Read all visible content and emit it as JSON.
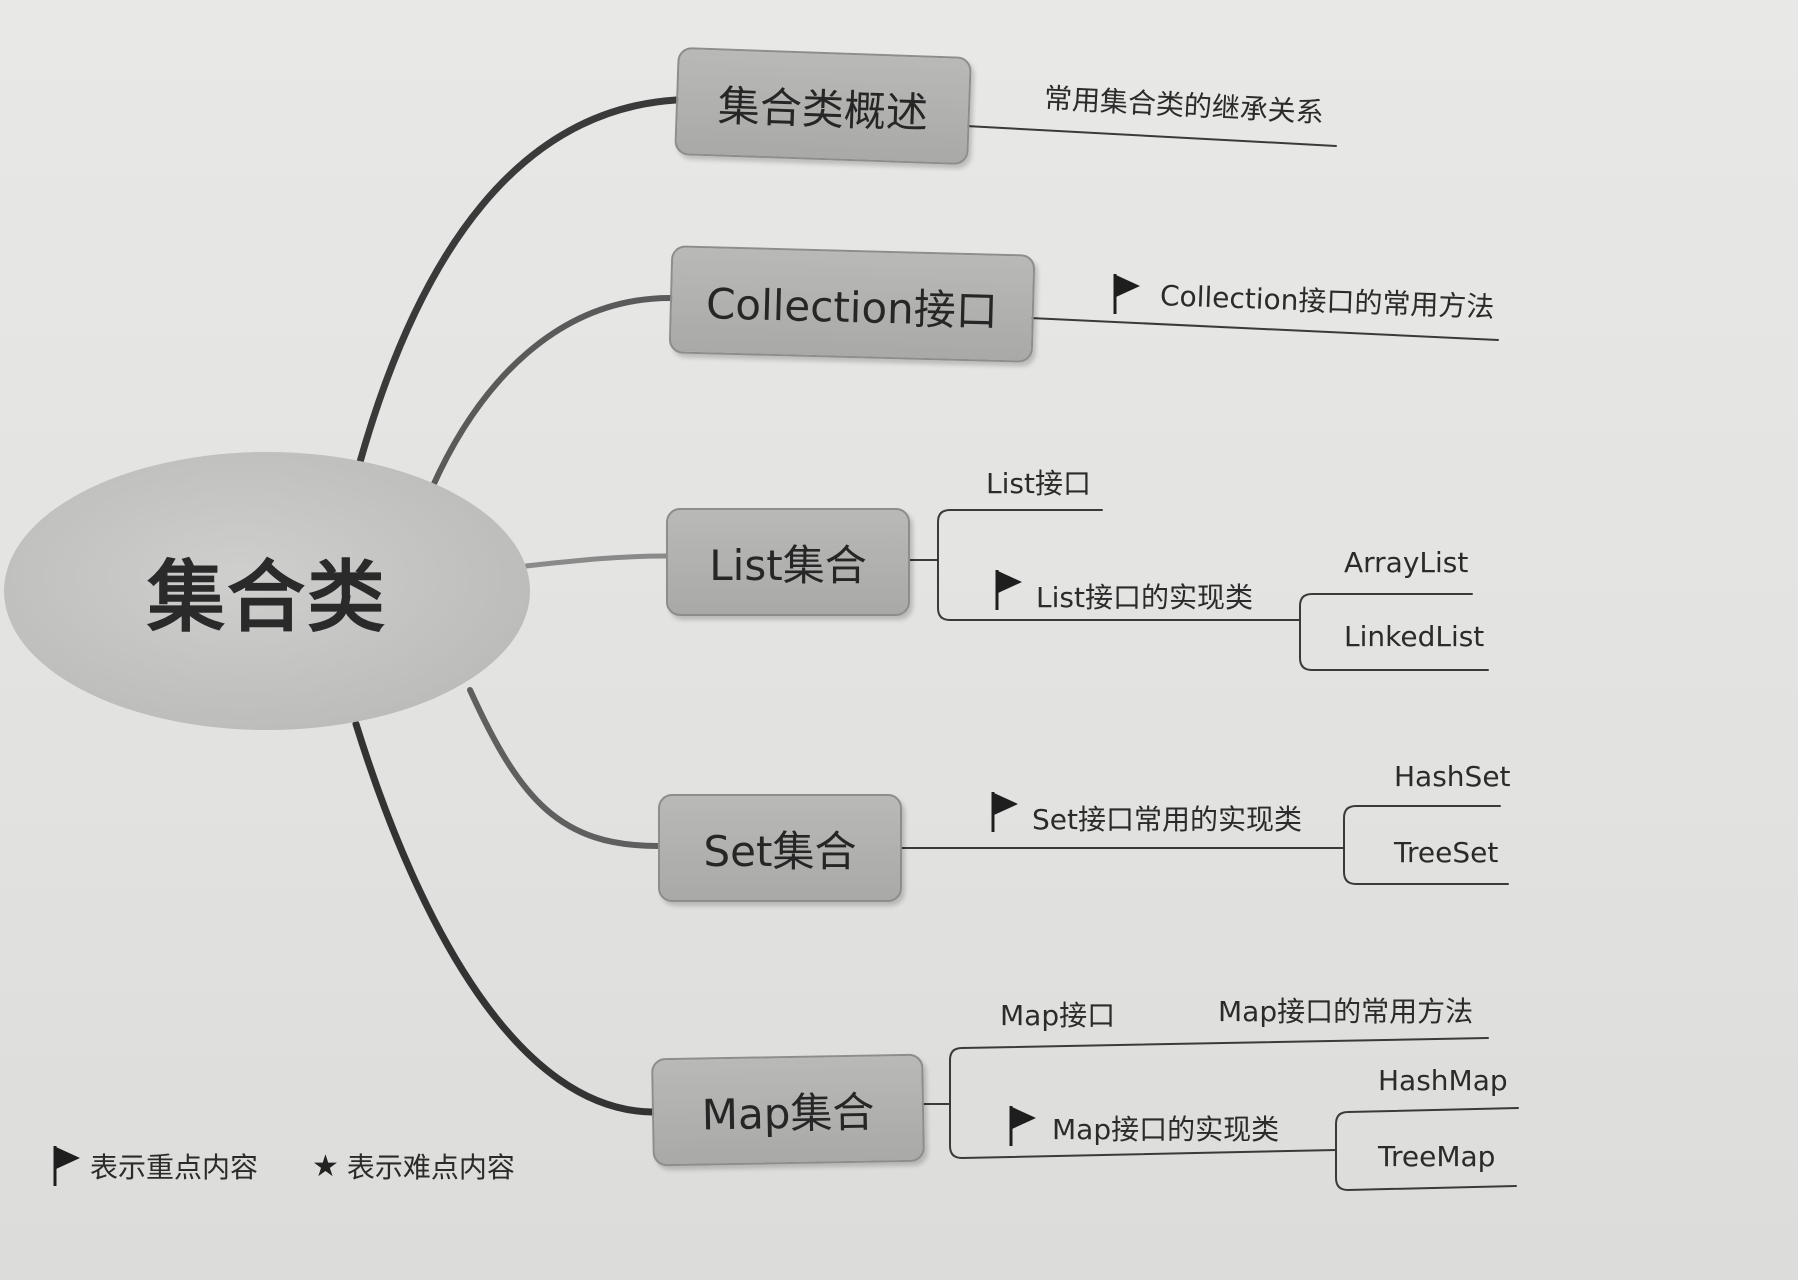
{
  "root": {
    "label": "集合类"
  },
  "branches": [
    {
      "label": "集合类概述",
      "children": [
        {
          "label": "常用集合类的继承关系"
        }
      ]
    },
    {
      "label": "Collection接口",
      "children": [
        {
          "label": "Collection接口的常用方法",
          "flag": true
        }
      ]
    },
    {
      "label": "List集合",
      "children": [
        {
          "label": "List接口"
        },
        {
          "label": "List接口的实现类",
          "flag": true,
          "children": [
            {
              "label": "ArrayList"
            },
            {
              "label": "LinkedList"
            }
          ]
        }
      ]
    },
    {
      "label": "Set集合",
      "children": [
        {
          "label": "Set接口常用的实现类",
          "flag": true,
          "children": [
            {
              "label": "HashSet"
            },
            {
              "label": "TreeSet"
            }
          ]
        }
      ]
    },
    {
      "label": "Map集合",
      "children": [
        {
          "label": "Map接口"
        },
        {
          "label": "Map接口的常用方法"
        },
        {
          "label": "Map接口的实现类",
          "flag": true,
          "children": [
            {
              "label": "HashMap"
            },
            {
              "label": "TreeMap"
            }
          ]
        }
      ]
    }
  ],
  "legend": {
    "key_label": "表示重点内容",
    "key_icon": "flag-icon",
    "difficult_label": "表示难点内容",
    "difficult_icon": "star-icon"
  }
}
